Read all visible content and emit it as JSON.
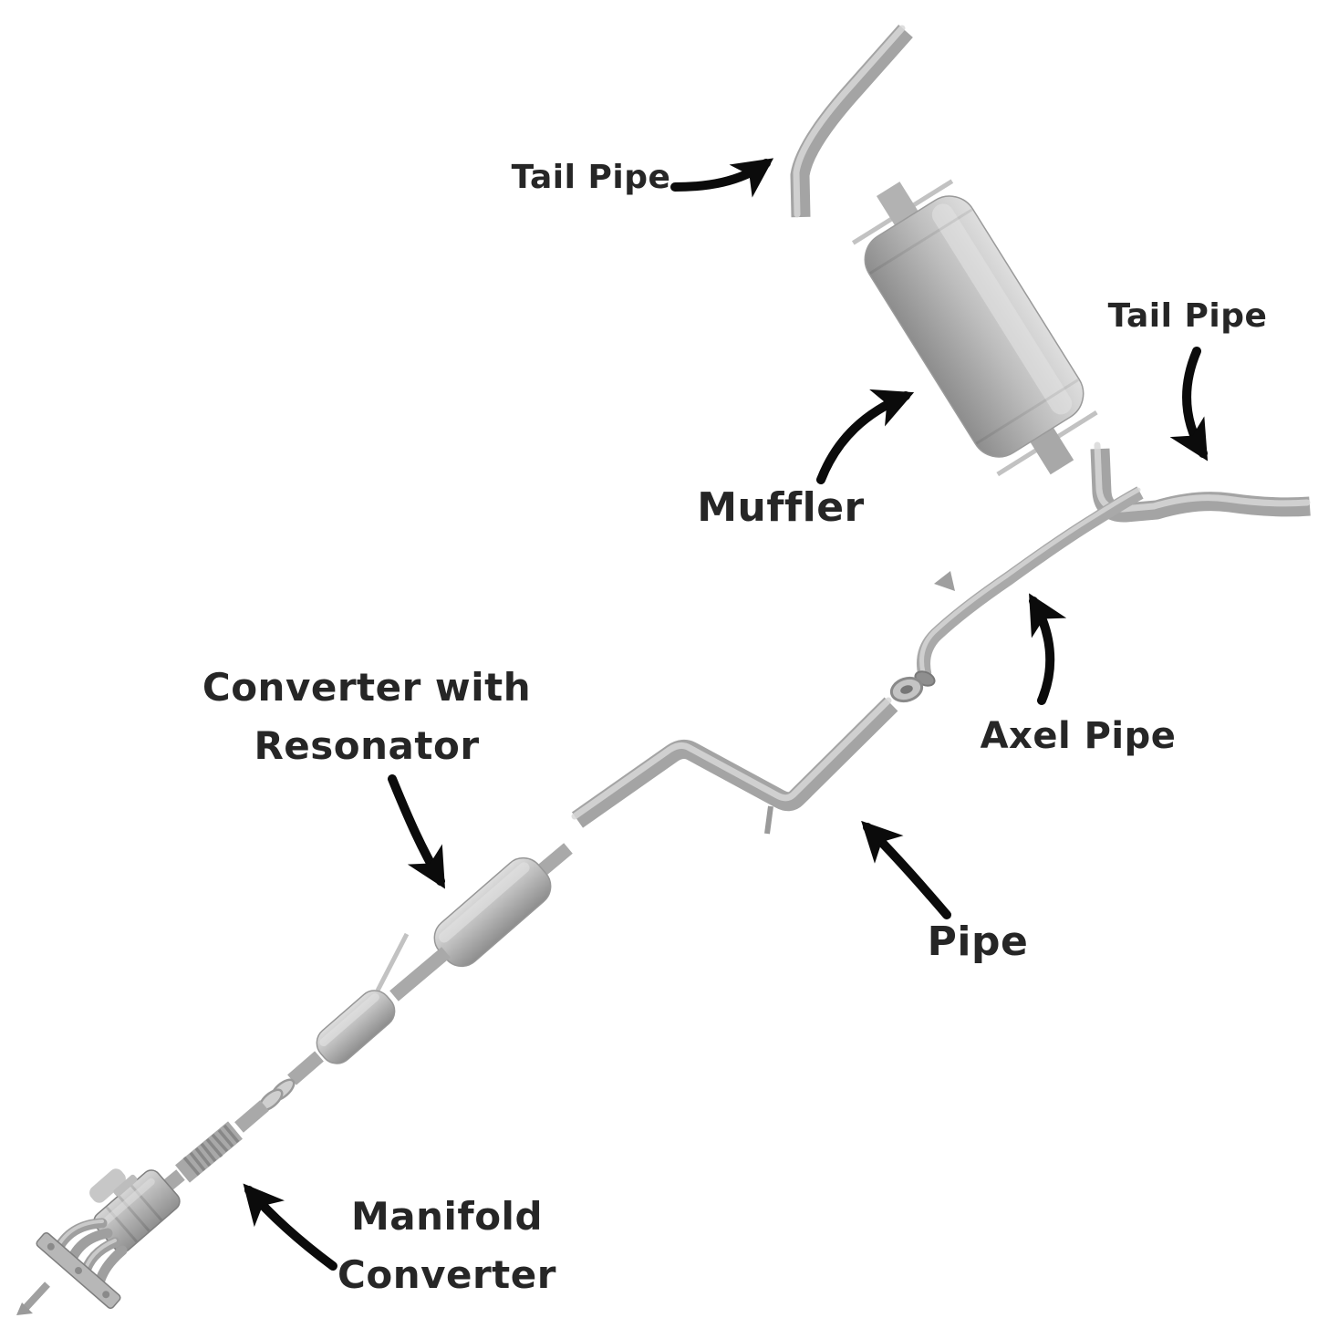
{
  "figure": {
    "type": "diagram",
    "subject": "car exhaust system exploded parts diagram",
    "background": "#ffffff",
    "text_color": "#262626",
    "arrow_color": "#0b0b0b",
    "metal_color": "#a4a4a4",
    "labels": {
      "tail_pipe_top": "Tail Pipe",
      "tail_pipe_right": "Tail Pipe",
      "muffler": "Muffler",
      "axel_pipe": "Axel Pipe",
      "converter_resonator": [
        "Converter with",
        "Resonator"
      ],
      "pipe": "Pipe",
      "manifold_converter": [
        "Manifold",
        "Converter"
      ]
    }
  }
}
